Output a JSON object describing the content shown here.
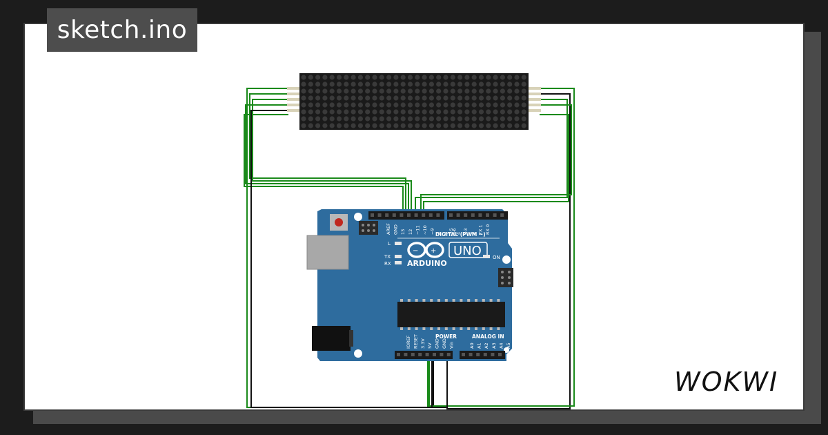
{
  "file_tab": {
    "filename": "sketch.ino"
  },
  "brand": {
    "logo_text": "WOKWI"
  },
  "board": {
    "brand_text": "ARDUINO",
    "model_text": "UNO",
    "on_label": "ON",
    "l_label": "L",
    "tx_label": "TX",
    "rx_label": "RX",
    "digital_header": "DIGITAL (PWM ~)",
    "power_header": "POWER",
    "analog_header": "ANALOG IN",
    "digital_pins": [
      "AREF",
      "GND",
      "13",
      "12",
      "~11",
      "~10",
      "~9",
      "8",
      "7",
      "~6",
      "~5",
      "4",
      "~3",
      "2",
      "TX 1",
      "RX 0"
    ],
    "power_pins": [
      "IOREF",
      "RESET",
      "3.3V",
      "5V",
      "GND",
      "GND",
      "Vin"
    ],
    "analog_pins": [
      "A0",
      "A1",
      "A2",
      "A3",
      "A4",
      "A5"
    ]
  },
  "colors": {
    "board": "#2e6c9e",
    "wire_green": "#1a8a1a",
    "wire_black": "#111111",
    "matrix_bg": "#1a1a1a",
    "matrix_dot": "#3a3a3a"
  }
}
